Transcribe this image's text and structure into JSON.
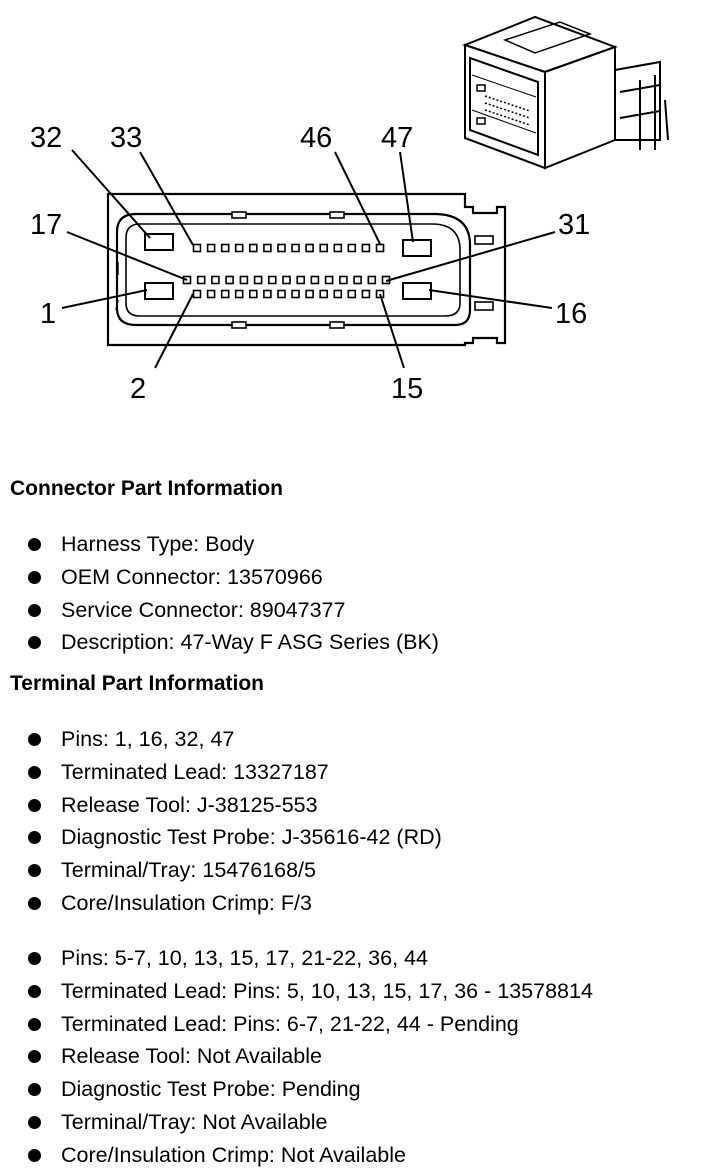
{
  "diagram": {
    "pin_labels": [
      "32",
      "33",
      "46",
      "47",
      "17",
      "31",
      "1",
      "16",
      "2",
      "15"
    ]
  },
  "connector_info": {
    "title": "Connector Part Information",
    "items": [
      "Harness Type: Body",
      "OEM Connector: 13570966",
      "Service Connector: 89047377",
      "Description: 47-Way F ASG Series (BK)"
    ]
  },
  "terminal_info": {
    "title": "Terminal Part Information",
    "group1": [
      "Pins: 1, 16, 32, 47",
      "Terminated Lead: 13327187",
      "Release Tool: J-38125-553",
      "Diagnostic Test Probe: J-35616-42 (RD)",
      "Terminal/Tray: 15476168/5",
      "Core/Insulation Crimp: F/3"
    ],
    "group2": [
      "Pins: 5-7, 10, 13, 15, 17, 21-22, 36, 44",
      "Terminated Lead: Pins: 5, 10, 13, 15, 17, 36 - 13578814",
      "Terminated Lead: Pins: 6-7, 21-22, 44 - Pending",
      "Release Tool: Not Available",
      "Diagnostic Test Probe: Pending",
      "Terminal/Tray: Not Available",
      "Core/Insulation Crimp: Not Available"
    ]
  }
}
